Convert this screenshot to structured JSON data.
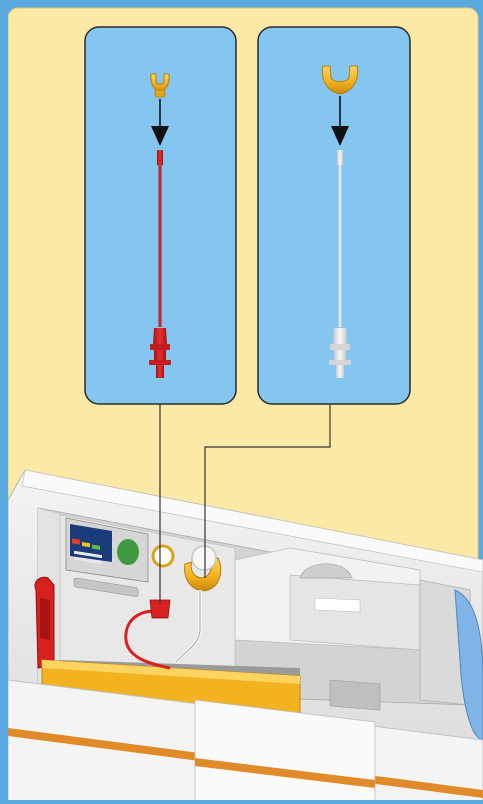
{
  "diagram": {
    "panels": [
      {
        "id": "left",
        "part": "red-cable-tip",
        "clip": "yellow-clip-small",
        "clip_color": "#f3b21f",
        "cable_color": "#d8201f"
      },
      {
        "id": "right",
        "part": "white-cable-tip",
        "clip": "yellow-clip-large",
        "clip_color": "#f3b21f",
        "cable_color": "#e4e4e4"
      }
    ],
    "colors": {
      "outer_frame": "#5aa9df",
      "canvas": "#fce9a6",
      "panel_fill": "#84c6f0",
      "panel_border": "#2a2a2a",
      "leader_line": "#333333",
      "arrow": "#111111",
      "machine_body": "#ececec",
      "orange_stripe": "#e08a2a"
    },
    "screen_icon": "control-panel-screen"
  }
}
